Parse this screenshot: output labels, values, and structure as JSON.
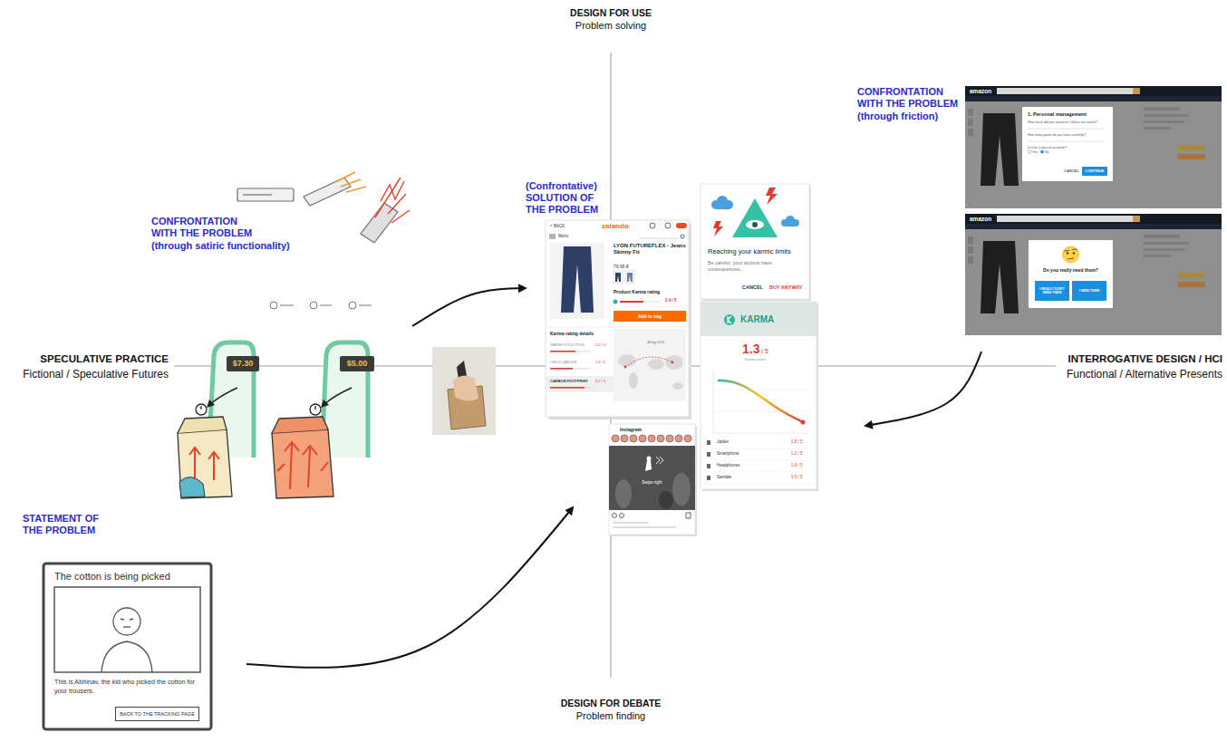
{
  "diagram": {
    "nodes": [
      {
        "text": [
          "CONFRONTATION WITH THE PROBLEM",
          "(through satiric functionality)"
        ]
      },
      {
        "text": [
          "(Confrontative) SOLUTION OF THE PROBLEM"
        ]
      },
      {
        "text": [
          "< BACK",
          "zalando",
          "Menu",
          "LYON FUTUREFLEX - Jeans Skinny Fit",
          "79,95 €",
          "Product Karma rating",
          "2.4 / 5",
          "Karma rating details",
          "WATER POLLUTION",
          "2.0 / 5",
          "CHILD LABOUR",
          "1.8 / 5",
          "CARBON FOOTPRINT",
          "3.2 / 5",
          "40 kg CO2"
        ],
        "in": 1
      },
      {
        "text": [
          "Add to bag"
        ],
        "in": 2
      },
      {
        "text": [
          "Reaching your karmic limits",
          "Be careful, your actions have consequences...",
          "CANCEL",
          "BUY ANYWAY"
        ],
        "in": 1
      },
      {
        "text": [
          "KARMA",
          "1.3",
          "/ 5",
          "Karma score",
          "Jacket",
          "2.8 / 5",
          "Smartphone",
          "1.2 / 5",
          "Headphones",
          "1.6 / 5",
          "Sandals",
          "3.5 / 5"
        ],
        "in": 1
      },
      {
        "text": [
          "Instagram",
          "Swipe right"
        ],
        "in": 1
      },
      {
        "text": [
          "CONFRONTATION WITH THE PROBLEM",
          "(through friction)"
        ]
      },
      {
        "text": [
          "amazon"
        ],
        "in": 7
      },
      {
        "text": [
          "1. Personal management",
          "How much did you spend on clothes last month?",
          "How many pants do you have currently?",
          "Is it for a special occasion?",
          "Yes",
          "No",
          "CANCEL"
        ],
        "in": 8
      },
      {
        "text": [
          "CONTINUE"
        ],
        "in": 9
      },
      {
        "text": [
          "amazon"
        ],
        "in": 7
      },
      {
        "text": [
          "Do you really need them?"
        ],
        "in": 11
      },
      {
        "text": [
          "I REALLY DON'T NEED THEM"
        ],
        "in": 12
      },
      {
        "text": [
          "I NEED THEM"
        ],
        "in": 12
      },
      {
        "text": [
          "STATEMENT OF THE PROBLEM"
        ]
      },
      {
        "text": [
          "The cotton is being picked",
          "This is Abhinav, the kid who picked the cotton for your trousers."
        ],
        "in": 15
      },
      {
        "text": [
          "BACK TO THE TRACKING PAGE"
        ],
        "in": 16
      }
    ],
    "edges": [
      {
        "from": 0,
        "to": 1,
        "arrow": "to"
      },
      {
        "from": 15,
        "to": 1,
        "arrow": "to"
      },
      {
        "from": 7,
        "to": 1,
        "arrow": "to"
      }
    ],
    "labels": [
      "DESIGN FOR USE",
      "Problem solving",
      "SPECULATIVE PRACTICE",
      "Fictional / Speculative Futures",
      "INTERROGATIVE DESIGN / HCI",
      "Functional / Alternative Presents",
      "DESIGN FOR DEBATE",
      "Problem finding",
      "$7.30",
      "$5.00"
    ]
  }
}
